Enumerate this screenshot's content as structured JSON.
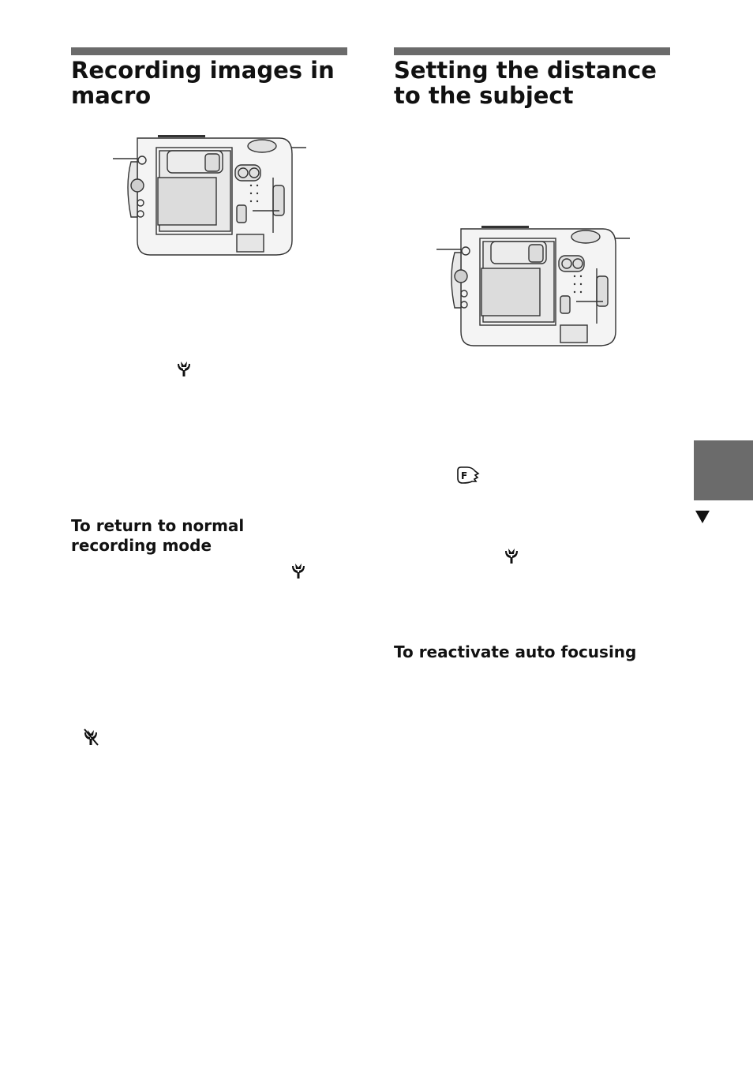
{
  "left": {
    "title_line1": "Recording images in",
    "title_line2": "macro",
    "subhead_line1": "To return to normal",
    "subhead_line2": "recording mode"
  },
  "right": {
    "title_line1": "Setting the distance",
    "title_line2": "to the subject",
    "subhead": "To reactivate auto focusing"
  },
  "icons": {
    "macro": "macro-tulip-icon",
    "macro_off": "macro-off-icon",
    "focus_preset": "focus-preset-icon"
  },
  "colors": {
    "rule": "#6b6b6b",
    "tab": "#6b6b6b",
    "text": "#111111"
  }
}
